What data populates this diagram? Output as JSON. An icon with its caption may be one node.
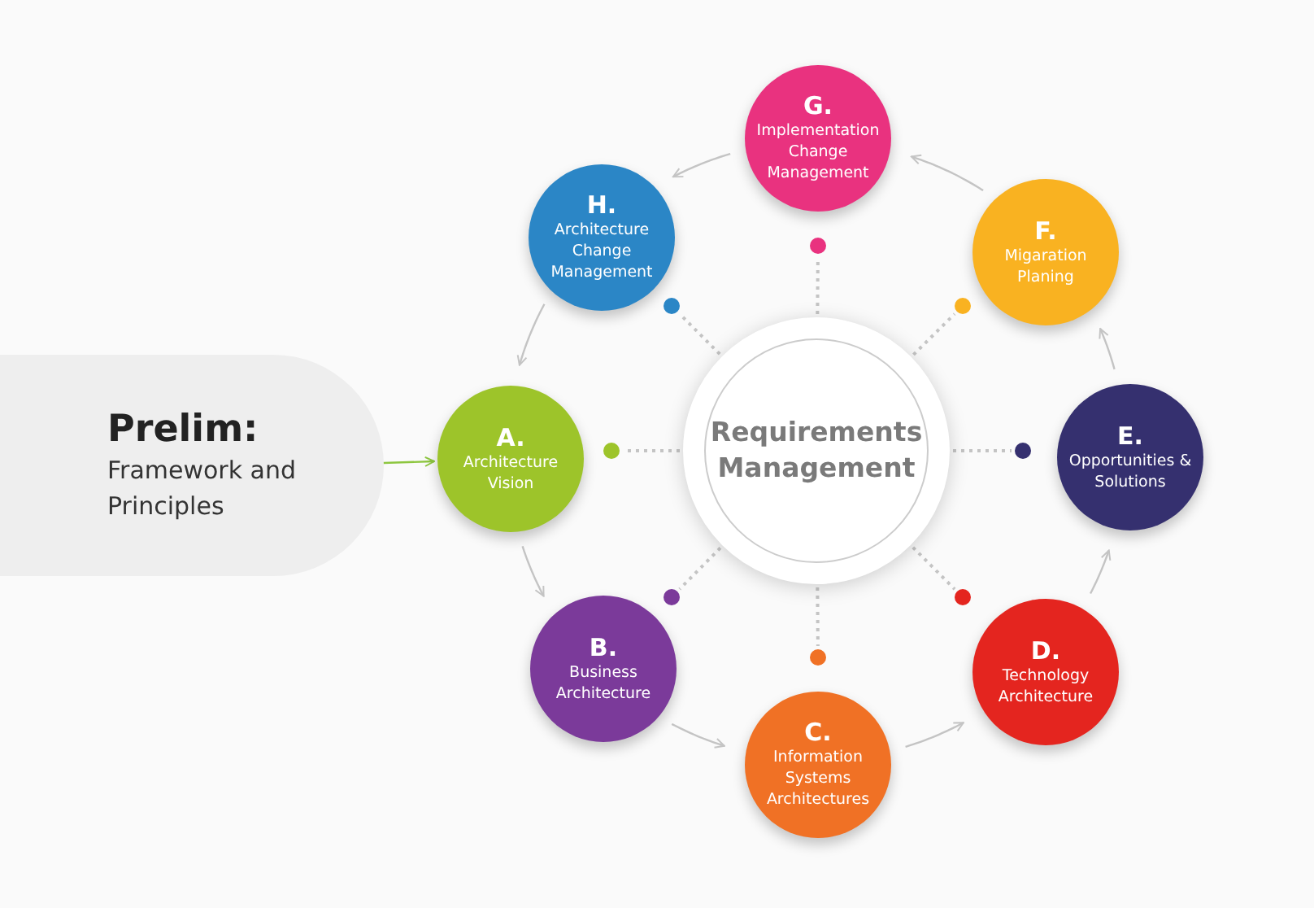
{
  "diagram": {
    "nodes": [
      {
        "text": [
          "Prelim:",
          "Framework and Principles"
        ]
      },
      {
        "text": [
          "Requirements Management"
        ]
      },
      {
        "text": [
          "A.",
          "Architecture Vision"
        ]
      },
      {
        "text": [
          "B.",
          "Business Architecture"
        ]
      },
      {
        "text": [
          "C.",
          "Information Systems Architectures"
        ]
      },
      {
        "text": [
          "D.",
          "Technology Architecture"
        ]
      },
      {
        "text": [
          "E.",
          "Opportunities & Solutions"
        ]
      },
      {
        "text": [
          "F.",
          "Migaration Planing"
        ]
      },
      {
        "text": [
          "G.",
          "Implementation Change Management"
        ]
      },
      {
        "text": [
          "H.",
          "Architecture Change Management"
        ]
      },
      {
        "text": [],
        "shape": "circle"
      },
      {
        "text": [],
        "shape": "circle"
      },
      {
        "text": [],
        "shape": "circle"
      },
      {
        "text": [],
        "shape": "circle"
      },
      {
        "text": [],
        "shape": "circle"
      },
      {
        "text": [],
        "shape": "circle"
      },
      {
        "text": [],
        "shape": "circle"
      },
      {
        "text": [],
        "shape": "circle"
      }
    ],
    "edges": [
      {
        "from": 0,
        "to": 2,
        "arrow": "to",
        "color": "#8dc63f"
      },
      {
        "from": 2,
        "to": 3,
        "arrow": "to"
      },
      {
        "from": 3,
        "to": 4,
        "arrow": "to"
      },
      {
        "from": 4,
        "to": 5,
        "arrow": "to"
      },
      {
        "from": 5,
        "to": 6,
        "arrow": "to"
      },
      {
        "from": 6,
        "to": 7,
        "arrow": "to"
      },
      {
        "from": 7,
        "to": 8,
        "arrow": "to"
      },
      {
        "from": 8,
        "to": 9,
        "arrow": "to"
      },
      {
        "from": 9,
        "to": 2,
        "arrow": "to"
      },
      {
        "from": 1,
        "to": 10,
        "arrow": "none",
        "style": "dashed"
      },
      {
        "from": 1,
        "to": 11,
        "arrow": "none",
        "style": "dashed"
      },
      {
        "from": 1,
        "to": 12,
        "arrow": "none",
        "style": "dashed"
      },
      {
        "from": 1,
        "to": 13,
        "arrow": "none",
        "style": "dashed"
      },
      {
        "from": 1,
        "to": 14,
        "arrow": "none",
        "style": "dashed"
      },
      {
        "from": 1,
        "to": 15,
        "arrow": "none",
        "style": "dashed"
      },
      {
        "from": 1,
        "to": 16,
        "arrow": "none",
        "style": "dashed"
      },
      {
        "from": 1,
        "to": 17,
        "arrow": "none",
        "style": "dashed"
      }
    ]
  }
}
